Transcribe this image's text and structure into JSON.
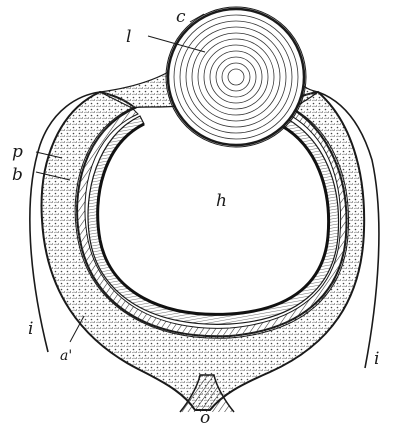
{
  "figure": {
    "labels": {
      "c": "c",
      "l": "l",
      "p": "p",
      "b": "b",
      "h": "h",
      "i_left": "i",
      "i_right": "i",
      "a": "a'",
      "o": "o"
    },
    "colors": {
      "ink": "#1a1a1a",
      "paper": "#ffffff",
      "stipple": "#555555"
    }
  }
}
